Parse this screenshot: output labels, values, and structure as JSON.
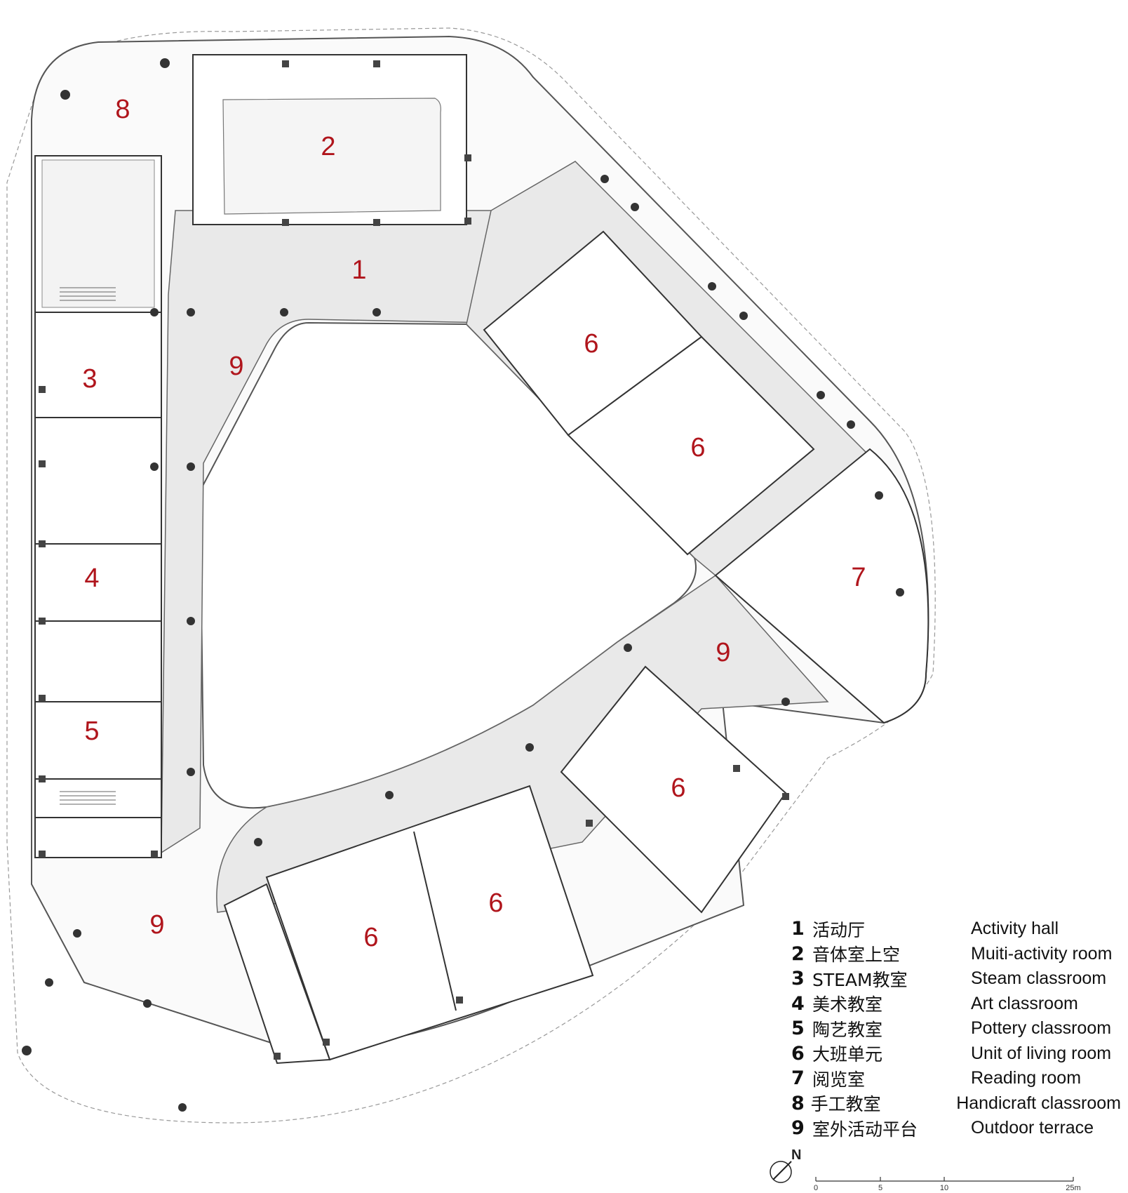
{
  "rooms": [
    {
      "num": "1",
      "zh": "活动厅",
      "en": "Activity hall"
    },
    {
      "num": "2",
      "zh": "音体室上空",
      "en": "Muiti-activity room"
    },
    {
      "num": "3",
      "zh": "STEAM教室",
      "en": "Steam classroom"
    },
    {
      "num": "4",
      "zh": "美术教室",
      "en": "Art classroom"
    },
    {
      "num": "5",
      "zh": "陶艺教室",
      "en": "Pottery classroom"
    },
    {
      "num": "6",
      "zh": "大班单元",
      "en": "Unit of living room"
    },
    {
      "num": "7",
      "zh": "阅览室",
      "en": "Reading room"
    },
    {
      "num": "8",
      "zh": "手工教室",
      "en": "Handicraft classroom"
    },
    {
      "num": "9",
      "zh": "室外活动平台",
      "en": "Outdoor terrace"
    }
  ],
  "plan_labels": [
    "1",
    "2",
    "3",
    "4",
    "5",
    "6",
    "6",
    "6",
    "6",
    "7",
    "8",
    "9",
    "9",
    "9"
  ],
  "north": "N",
  "scale": {
    "ticks": [
      "0",
      "5",
      "10",
      "25m"
    ]
  },
  "colors": {
    "label": "#b0151c",
    "wall": "#2b2b2b",
    "floor": "#e9e9e9",
    "line": "#888888"
  }
}
